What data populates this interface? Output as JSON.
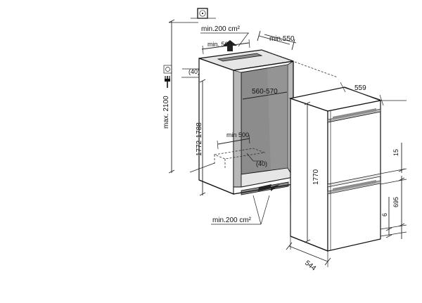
{
  "labels": {
    "vent_top": "min.200 cm²",
    "depth_550": "min.550",
    "min500_top": "min. 500",
    "offset_40_top": "(40)",
    "width_560_570": "560-570",
    "max_2100": "max. 2100",
    "height_1772_1788": "1772-1788",
    "min500_bottom": "min 500",
    "offset_40_bottom": "(40)",
    "vent_bottom": "min.200 cm²",
    "width_559": "559",
    "height_1770": "1770",
    "dim_15": "15",
    "dim_695": "695",
    "dim_6": "6",
    "depth_544": "544"
  },
  "icons": {
    "electrical_socket": "electrical-socket-icon",
    "earth_symbol": "earth-ground-icon",
    "power_plug": "power-plug-icon",
    "air_flow_up": "airflow-up-arrow",
    "air_flow_in": "airflow-in-arrow"
  },
  "colors": {
    "line": "#111111",
    "shade_dark": "#8c8c8c",
    "shade_mid": "#b8b8b8",
    "shade_light": "#e6e6e6"
  }
}
